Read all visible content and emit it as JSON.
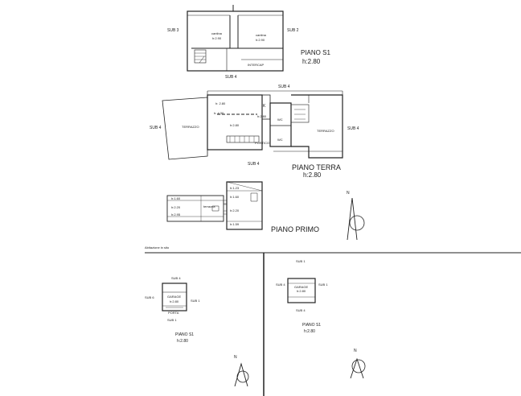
{
  "colors": {
    "ink": "#1a1a1a",
    "line": "#222222",
    "paper": "#ffffff",
    "hatch": "#555555"
  },
  "plans": {
    "s1": {
      "title": "PIANO S1",
      "height": "h:2.80",
      "sub_left": "SUB 3",
      "sub_right": "SUB 2",
      "sub_bottom": "SUB 4",
      "room1_name": "cantina",
      "room1_h": "h:2.90",
      "room2_name": "cantina",
      "room2_h": "h:2.90",
      "intercap": "INTERCAP"
    },
    "terra": {
      "title": "PIANO TERRA",
      "height": "h:2.80",
      "sub_top": "SUB 4",
      "sub_left": "SUB 4",
      "sub_right": "SUB 4",
      "sub_bottom": "SUB 4",
      "terrace_left": "TERRAZZO",
      "terrace_right": "TERRAZZO",
      "h1": "h: 2.80",
      "h2": "h: 4.30",
      "h3": "h:2.80",
      "h4": "h:2.80",
      "kitchen": "K",
      "wc1": "WC",
      "wc2": "WC",
      "portico": "PORTICO"
    },
    "primo": {
      "title": "PIANO PRIMO",
      "h_a": "h:1.60",
      "h_b": "h:2.20",
      "h_c": "h:2.95",
      "h_d": "h:1.23",
      "h_e": "h:1.60",
      "h_f": "h:2.20",
      "h_g": "h:1.59",
      "roof_label": "terrazza"
    },
    "footnote": "Abitazione in sito",
    "garage_left": {
      "sub_top": "SUB 4",
      "sub_left": "SUB 6",
      "sub_right": "SUB 1",
      "sub_bottom": "SUB 1",
      "room": "GARAGE",
      "room_h": "h:2.80",
      "door_label": "PORTA",
      "title": "PIANO S1",
      "height": "h:2.80"
    },
    "garage_right": {
      "sub_top": "SUB 1",
      "sub_left": "SUB 4",
      "sub_right": "SUB 1",
      "sub_bottom": "SUB 4",
      "room": "GARAGE",
      "room_h": "h:2.80",
      "title": "PIANO S1",
      "height": "h:2.80"
    }
  },
  "north": {
    "top": "N",
    "left_box": "N",
    "right_box": "N"
  }
}
